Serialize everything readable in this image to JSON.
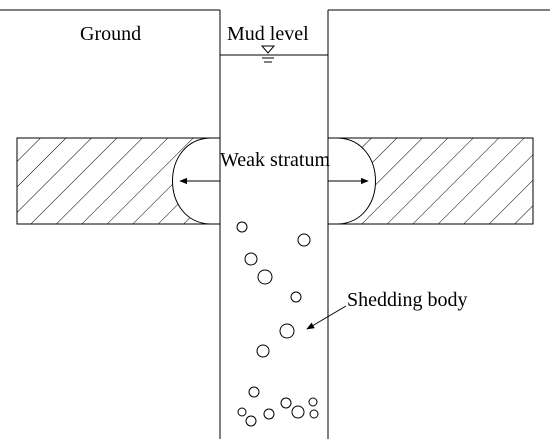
{
  "diagram": {
    "labels": {
      "ground": "Ground",
      "mud_level": "Mud level",
      "weak_stratum": "Weak stratum",
      "shedding_body": "Shedding body"
    },
    "elements": {
      "borehole": "borehole-walls",
      "weak_layer": "hatched-weak-stratum-layers",
      "cavities": "collapse-cavities",
      "debris": "fallen-particles"
    },
    "colors": {
      "line": "#000000",
      "background": "#ffffff"
    }
  }
}
